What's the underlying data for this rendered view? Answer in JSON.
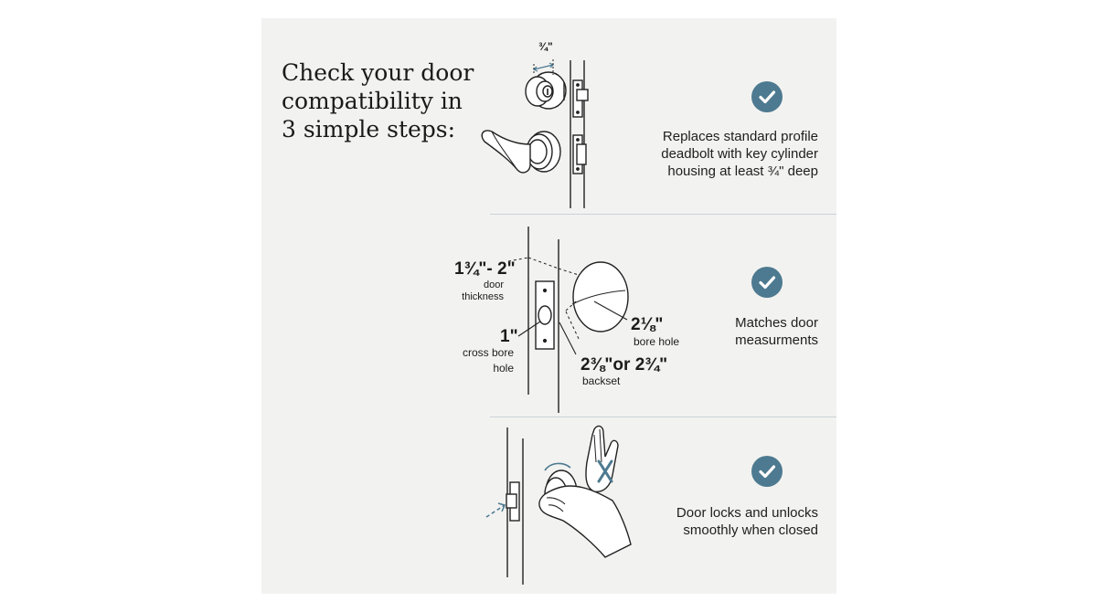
{
  "title_lines": [
    "Check your door",
    "compatibility in",
    "3 simple steps:"
  ],
  "steps": [
    {
      "text_lines": [
        "Replaces standard profile",
        "deadbolt with key cylinder",
        "housing at least ¾\" deep"
      ],
      "icon": "check-icon"
    },
    {
      "text_lines": [
        "Matches door",
        "measurments"
      ],
      "icon": "check-icon"
    },
    {
      "text_lines": [
        "Door locks and unlocks",
        "smoothly when closed"
      ],
      "icon": "check-icon"
    }
  ],
  "diagram1": {
    "depth_label": "¾\""
  },
  "diagram2": {
    "thickness_value": "1¾\"- 2\"",
    "thickness_caption_lines": [
      "door",
      "thickness"
    ],
    "cross_bore_value": "1\"",
    "cross_bore_caption_lines": [
      "cross bore",
      "hole"
    ],
    "bore_hole_value": "2⅛\"",
    "bore_hole_caption": "bore hole",
    "backset_value": "2⅜\"or 2¾\"",
    "backset_caption": "backset"
  },
  "colors": {
    "panel": "#f2f2f0",
    "accent": "#4d7a90",
    "divider": "#cad3d8"
  }
}
